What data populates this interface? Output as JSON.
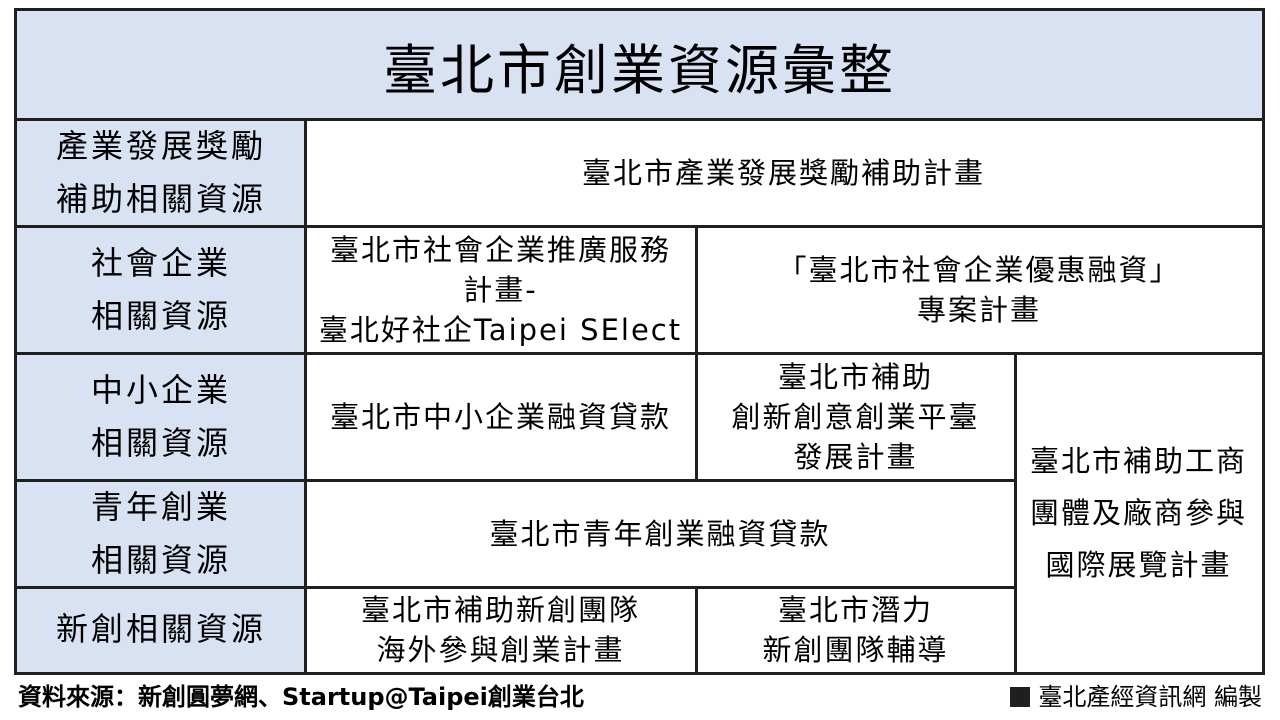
{
  "title": "臺北市創業資源彙整",
  "rows": [
    {
      "header": "產業發展獎勵\n補助相關資源",
      "items": [
        "臺北市產業發展獎勵補助計畫"
      ]
    },
    {
      "header": "社會企業\n相關資源",
      "items": [
        "臺北市社會企業推廣服務\n計畫-\n臺北好社企Taipei SElect",
        "「臺北市社會企業優惠融資」\n專案計畫"
      ]
    },
    {
      "header": "中小企業\n相關資源",
      "items": [
        "臺北市中小企業融資貸款",
        "臺北市補助\n創新創意創業平臺\n發展計畫"
      ]
    },
    {
      "header": "青年創業\n相關資源",
      "items": [
        "臺北市青年創業融資貸款"
      ]
    },
    {
      "header": "新創相關資源",
      "items": [
        "臺北市補助新創團隊\n海外參與創業計畫",
        "臺北市潛力\n新創團隊輔導"
      ]
    }
  ],
  "shared_item": "臺北市補助工商\n團體及廠商參與\n國際展覽計畫",
  "footer": {
    "source": "資料來源：新創圓夢網、Startup@Taipei創業台北",
    "credit": "臺北產經資訊網 編製"
  }
}
